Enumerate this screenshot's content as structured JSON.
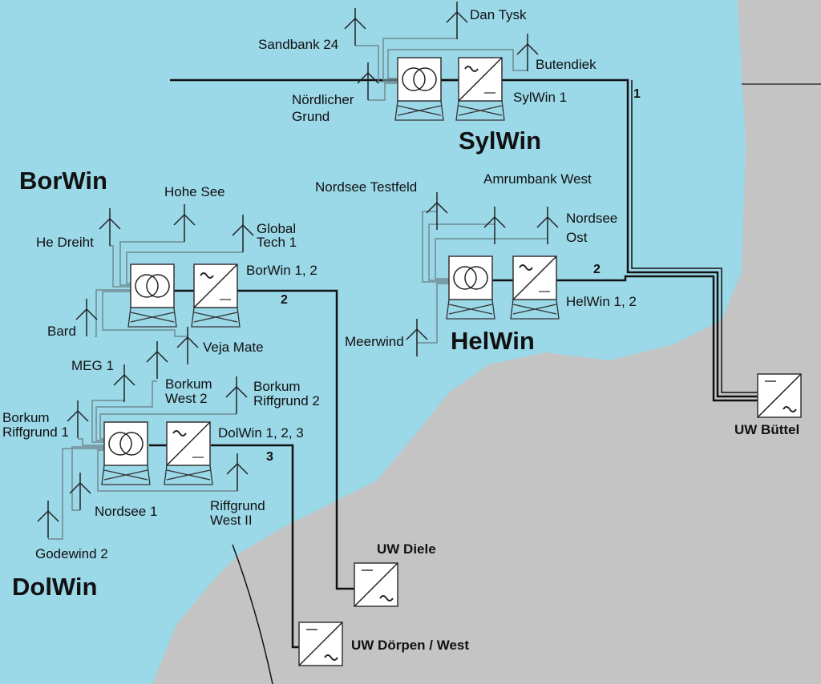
{
  "colors": {
    "sea": "#9bd8e8",
    "land": "#c4c4c4",
    "cable": "#111111",
    "feeder": "#6f8a92"
  },
  "clusters": {
    "sylwin": {
      "title": "SylWin",
      "platform": "SylWin 1",
      "cable_count": "1",
      "farms": [
        "Dan Tysk",
        "Sandbank 24",
        "Butendiek",
        "Nördlicher",
        "Grund"
      ]
    },
    "borwin": {
      "title": "BorWin",
      "platform": "BorWin 1, 2",
      "cable_count": "2",
      "farms": [
        "Hohe See",
        "He Dreiht",
        "Global",
        "Tech 1",
        "Bard",
        "Veja Mate"
      ]
    },
    "helwin": {
      "title": "HelWin",
      "platform": "HelWin 1, 2",
      "cable_count": "2",
      "farms": [
        "Nordsee Testfeld",
        "Amrumbank West",
        "Nordsee",
        "Ost",
        "Meerwind"
      ]
    },
    "dolwin": {
      "title": "DolWin",
      "platform": "DolWin 1, 2, 3",
      "cable_count": "3",
      "farms": [
        "MEG 1",
        "Borkum",
        "West 2",
        "Borkum",
        "Riffgrund 2",
        "Borkum",
        "Riffgrund 1",
        "Nordsee 1",
        "Riffgrund",
        "West II",
        "Godewind 2"
      ]
    }
  },
  "substations": {
    "buettel": "UW Büttel",
    "diele": "UW Diele",
    "doerpen": "UW Dörpen / West"
  }
}
